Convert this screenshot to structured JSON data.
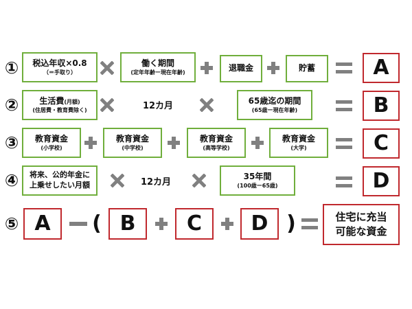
{
  "rows": [
    {
      "num": "①",
      "b1": {
        "main": "税込年収×0.8",
        "sub": "（＝手取り）"
      },
      "b2": {
        "main": "働く期間",
        "sub": "(定年年齢ー現在年齢)"
      },
      "b3": {
        "main": "退職金"
      },
      "b4": {
        "main": "貯蓄"
      },
      "result": "A"
    },
    {
      "num": "②",
      "b1": {
        "main": "生活費",
        "small": "(月額)",
        "sub": "(住居費・教育費除く)"
      },
      "mid": "12カ月",
      "b3": {
        "main": "65歳迄の期間",
        "sub": "(65歳ー現在年齢)"
      },
      "result": "B"
    },
    {
      "num": "③",
      "b1": {
        "main": "教育資金",
        "sub": "(小学校)"
      },
      "b2": {
        "main": "教育資金",
        "sub": "(中学校)"
      },
      "b3": {
        "main": "教育資金",
        "sub": "(高等学校)"
      },
      "b4": {
        "main": "教育資金",
        "sub": "(大学)"
      },
      "result": "C"
    },
    {
      "num": "④",
      "b1": {
        "line1": "将来、公的年金に",
        "line2": "上乗せしたい月額"
      },
      "mid": "12カ月",
      "b3": {
        "main": "35年間",
        "sub": "(100歳ー65歳)"
      },
      "result": "D"
    },
    {
      "num": "⑤",
      "a": "A",
      "open_paren": "(",
      "b": "B",
      "c": "C",
      "d": "D",
      "close_paren": ")",
      "result_line1": "住宅に充当",
      "result_line2": "可能な資金"
    }
  ],
  "colors": {
    "green_border": "#6fae3b",
    "red_border": "#c0282d",
    "operator": "#808080"
  }
}
